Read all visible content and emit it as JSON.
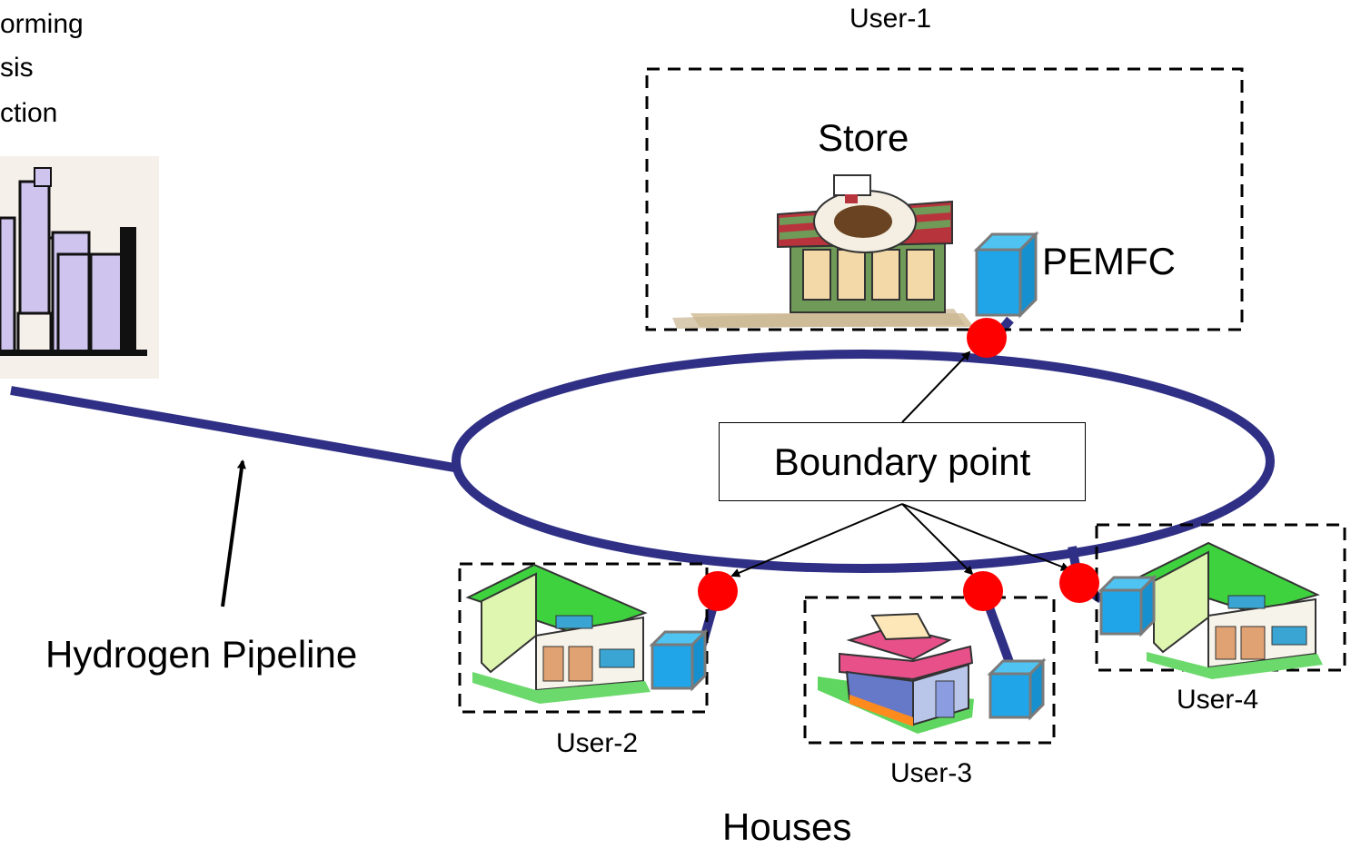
{
  "left_text": {
    "line1": "orming",
    "line2": "sis",
    "line3": "ction"
  },
  "users": {
    "user1": "User-1",
    "user2": "User-2",
    "user3": "User-3",
    "user4": "User-4"
  },
  "labels": {
    "store": "Store",
    "pemfc": "PEMFC",
    "boundary_point": "Boundary point",
    "hydrogen_pipeline": "Hydrogen Pipeline",
    "houses": "Houses"
  },
  "colors": {
    "pipeline": "#2f2f85",
    "node": "#ff0000",
    "fuel_cell": "#1fa5e8",
    "roof_green": "#3fd23f",
    "roof_pink": "#e8508a",
    "building_purple": "#cfc4ee"
  }
}
